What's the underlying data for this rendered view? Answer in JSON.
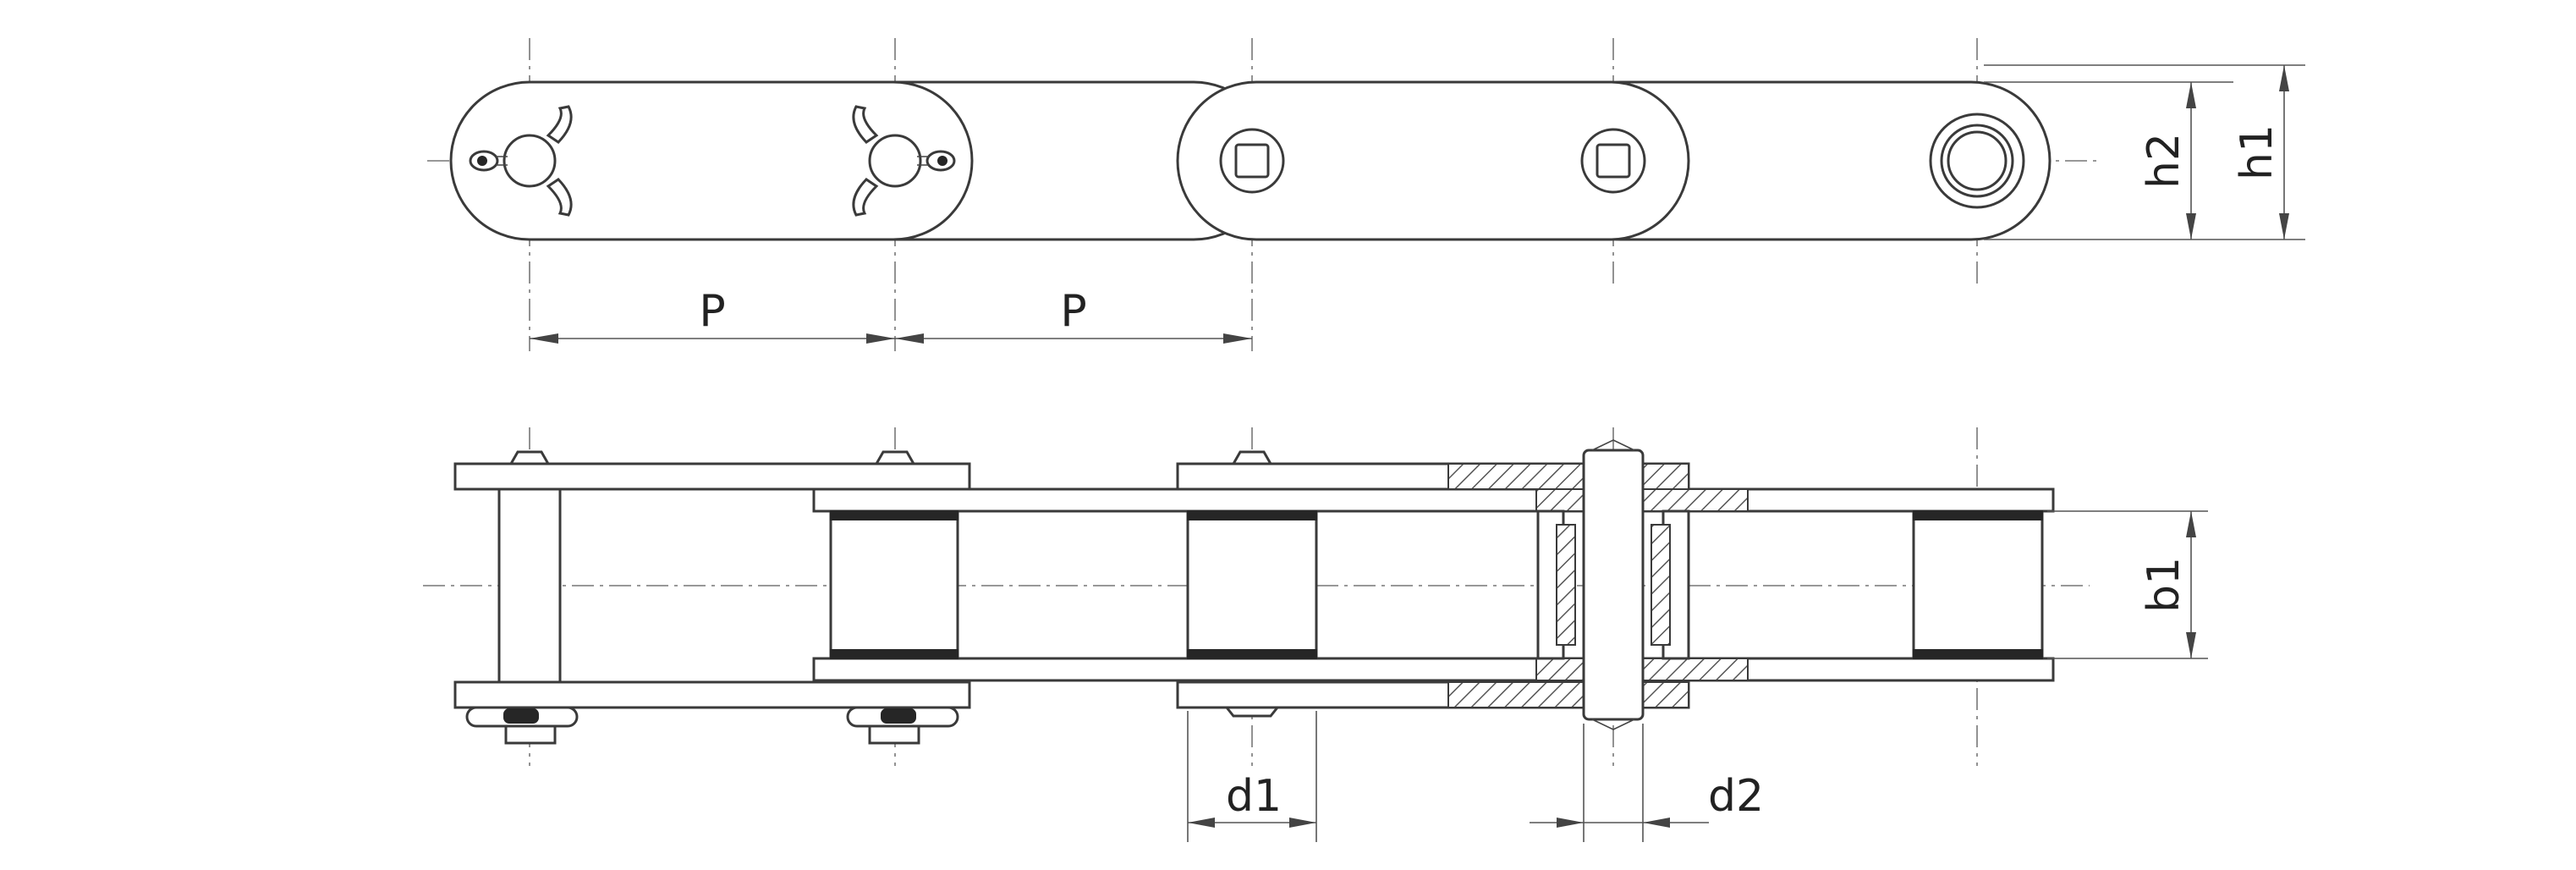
{
  "dimension_labels": {
    "pitch_left": "P",
    "pitch_right": "P",
    "plate_height_h2": "h2",
    "plate_height_h1": "h1",
    "inner_width_b1": "b1",
    "roller_diameter_d1": "d1",
    "pin_diameter_d2": "d2"
  }
}
